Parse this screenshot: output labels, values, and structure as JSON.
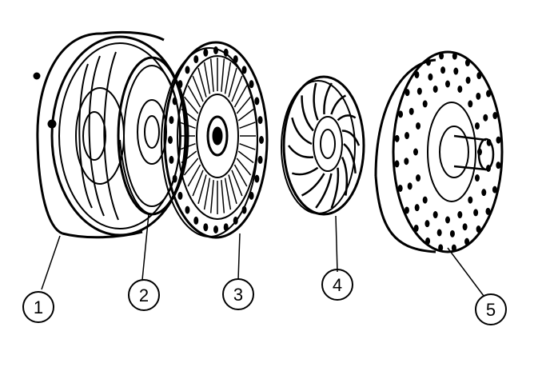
{
  "diagram": {
    "callouts": [
      {
        "id": "part-1",
        "label": "1"
      },
      {
        "id": "part-2",
        "label": "2"
      },
      {
        "id": "part-3",
        "label": "3"
      },
      {
        "id": "part-4",
        "label": "4"
      },
      {
        "id": "part-5",
        "label": "5"
      }
    ]
  },
  "colors": {
    "ink": "#000000",
    "paper": "#ffffff"
  }
}
